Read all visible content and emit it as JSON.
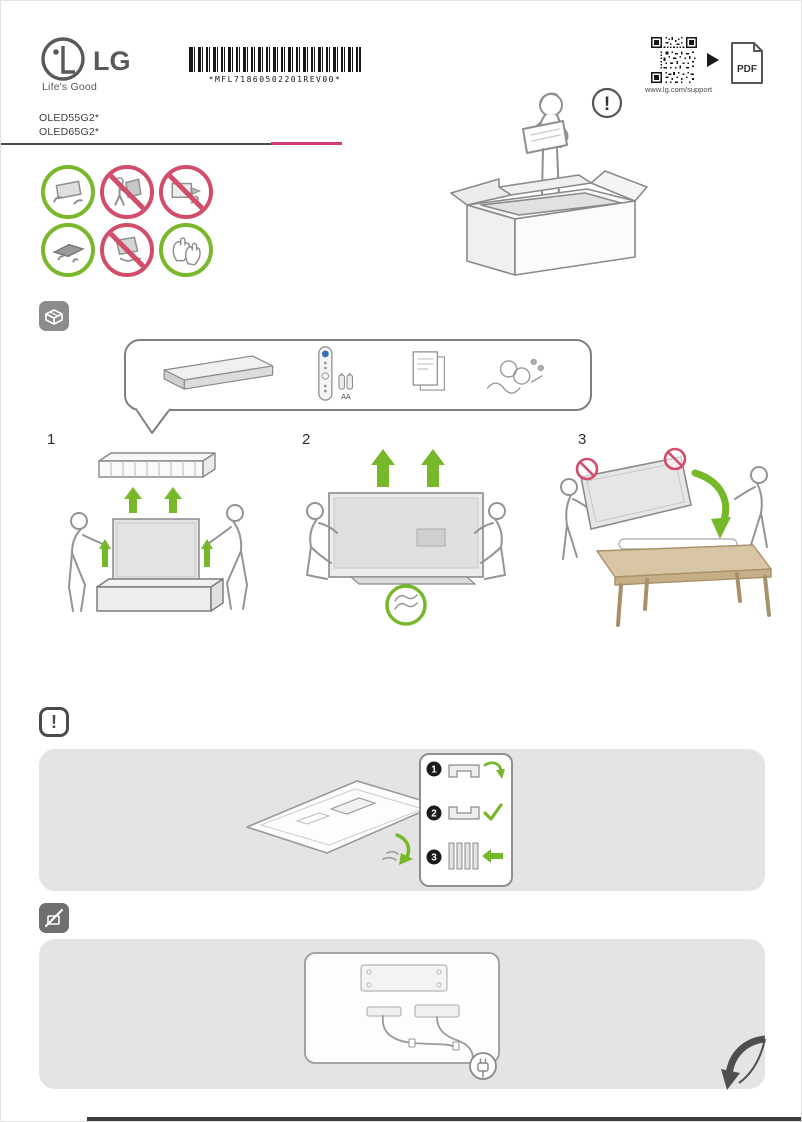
{
  "header": {
    "brand": "LG",
    "tagline": "Life's Good",
    "barcode_text": "*MFL71860502201REV00*",
    "support_url": "www.lg.com/support",
    "pdf_label": "PDF"
  },
  "models": {
    "line1": "OLED55G2*",
    "line2": "OLED65G2*"
  },
  "unpacking": {
    "alert": "!",
    "step1": "1",
    "step2": "2",
    "step3": "3"
  },
  "accessories": {
    "battery_label": "AA"
  },
  "caution": {
    "exclamation": "!"
  },
  "styrofoam_steps": {
    "badge1": "1",
    "badge2": "2",
    "badge3": "3"
  },
  "colors": {
    "green": "#76b82a",
    "prohibition_red": "#d14d6a",
    "accent_pink": "#d23c78",
    "panel_gray": "#e4e4e4",
    "line_art_gray": "#949494",
    "table_tan": "#d8c5a3",
    "remote_accent": "#3a6fb5"
  }
}
